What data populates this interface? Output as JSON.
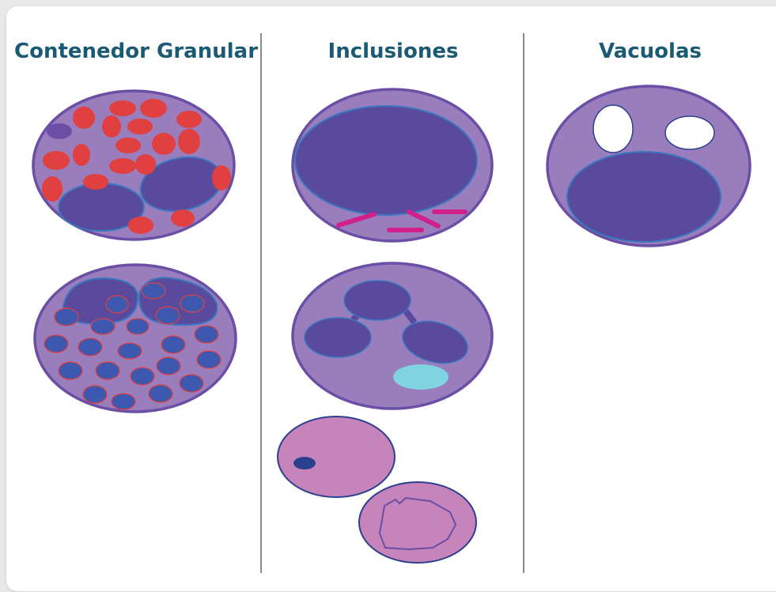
{
  "columns": [
    {
      "title": "Contenedor Granular"
    },
    {
      "title": "Inclusiones"
    },
    {
      "title": "Vacuolas"
    }
  ],
  "colors": {
    "title": "#1b5a74",
    "cell_body": "#9a7dbd",
    "cell_border": "#6b4fa6",
    "nucleus": "#5a4a9e",
    "nucleus_outline": "#3a78c0",
    "red_granule": "#e0403f",
    "blue_granule": "#3e58b0",
    "inclusion_rod": "#d0208a",
    "cyan_inclusion": "#80d4e0",
    "rbc": "#c784bb",
    "rbc_border": "#2b3f8f",
    "vacuole": "#ffffff",
    "divider": "#8a8a8a"
  }
}
